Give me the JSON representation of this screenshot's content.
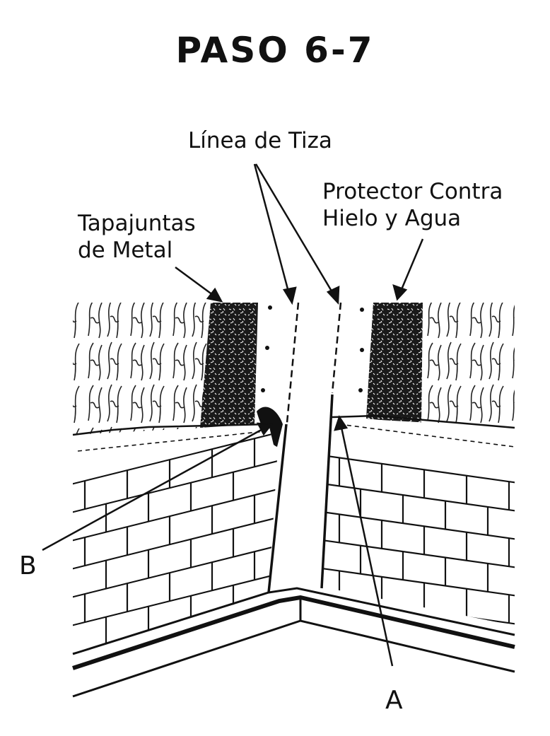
{
  "title": "PASO 6-7",
  "labels": {
    "chalk_line": "Línea de Tiza",
    "ice_water_protector_line1": "Protector Contra",
    "ice_water_protector_line2": "Hielo y Agua",
    "metal_flashing_line1": "Tapajuntas",
    "metal_flashing_line2": "de Metal",
    "marker_a": "A",
    "marker_b": "B"
  }
}
